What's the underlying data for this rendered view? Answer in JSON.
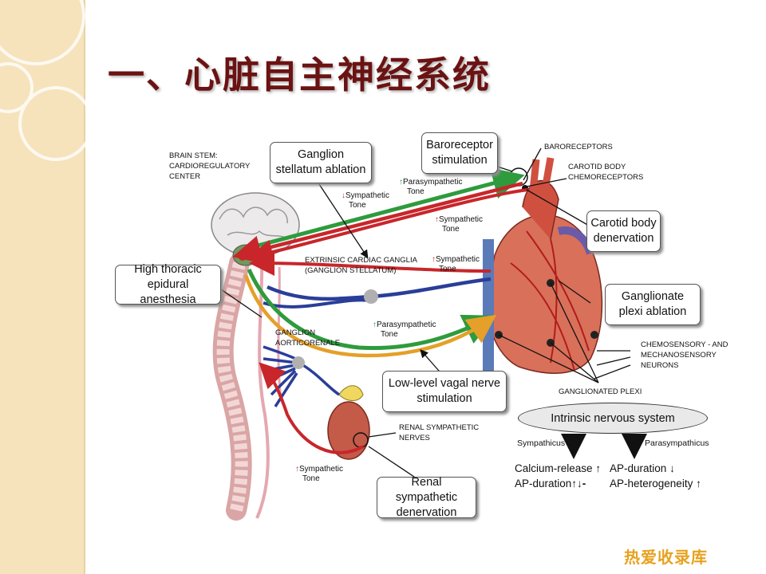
{
  "slide": {
    "title": "一、心脏自主神经系统",
    "colors": {
      "stripe": "#f6e3bc",
      "title": "#6b1212",
      "sympathetic_red": "#c8262b",
      "parasympathetic_green": "#2e9b3d",
      "vagal_orange": "#e4a028",
      "efferent_blue": "#2a3e98"
    }
  },
  "boxes": {
    "ganglion_stellatum_ablation": "Ganglion stellatum ablation",
    "baroreceptor_stimulation": "Baroreceptor stimulation",
    "carotid_body_denervation": "Carotid body denervation",
    "high_thoracic_epidural": "High thoracic epidural anesthesia",
    "ganglionate_plexi_ablation": "Ganglionate plexi ablation",
    "low_level_vagal": "Low-level vagal nerve stimulation",
    "renal_sympathetic_denervation": "Renal sympathetic denervation"
  },
  "labels": {
    "brain_stem_1": "BRAIN STEM:",
    "brain_stem_2": "CARDIOREGULATORY",
    "brain_stem_3": "CENTER",
    "baroreceptors": "BARORECEPTORS",
    "carotid_body_1": "CAROTID BODY",
    "carotid_body_2": "CHEMORECEPTORS",
    "extrinsic_1": "EXTRINSIC CARDIAC GANGLIA",
    "extrinsic_2": "(GANGLION STELLATUM)",
    "ganglion_ao_1": "GANGLION",
    "ganglion_ao_2": "AORTICORENALE",
    "chemo_1": "CHEMOSENSORY - AND",
    "chemo_2": "MECHANOSENSORY",
    "chemo_3": "NEURONS",
    "ganglionated_plexi": "GANGLIONATED PLEXI",
    "renal_nerves_1": "RENAL SYMPATHETIC",
    "renal_nerves_2": "NERVES"
  },
  "tones": {
    "sympathetic_down": {
      "word": "Sympathetic",
      "tone": "Tone"
    },
    "parasympathetic_up_top": {
      "word": "Parasympathetic",
      "tone": "Tone"
    },
    "sympathetic_up_mid": {
      "word": "Sympathetic",
      "tone": "Tone"
    },
    "sympathetic_up_right": {
      "word": "Sympathetic",
      "tone": "Tone"
    },
    "parasympathetic_up_low": {
      "word": "Parasympathetic",
      "tone": "Tone"
    },
    "sympathetic_up_renal": {
      "word": "Sympathetic",
      "tone": "Tone"
    }
  },
  "intrinsic": {
    "title": "Intrinsic nervous system",
    "sympathicus": "Sympathicus",
    "parasympathicus": "Parasympathicus",
    "calcium_release": "Calcium-release",
    "ap_duration_left": "AP-duration",
    "ap_duration_right": "AP-duration",
    "ap_heterogeneity": "AP-heterogeneity"
  },
  "watermark": "热爱收录库"
}
